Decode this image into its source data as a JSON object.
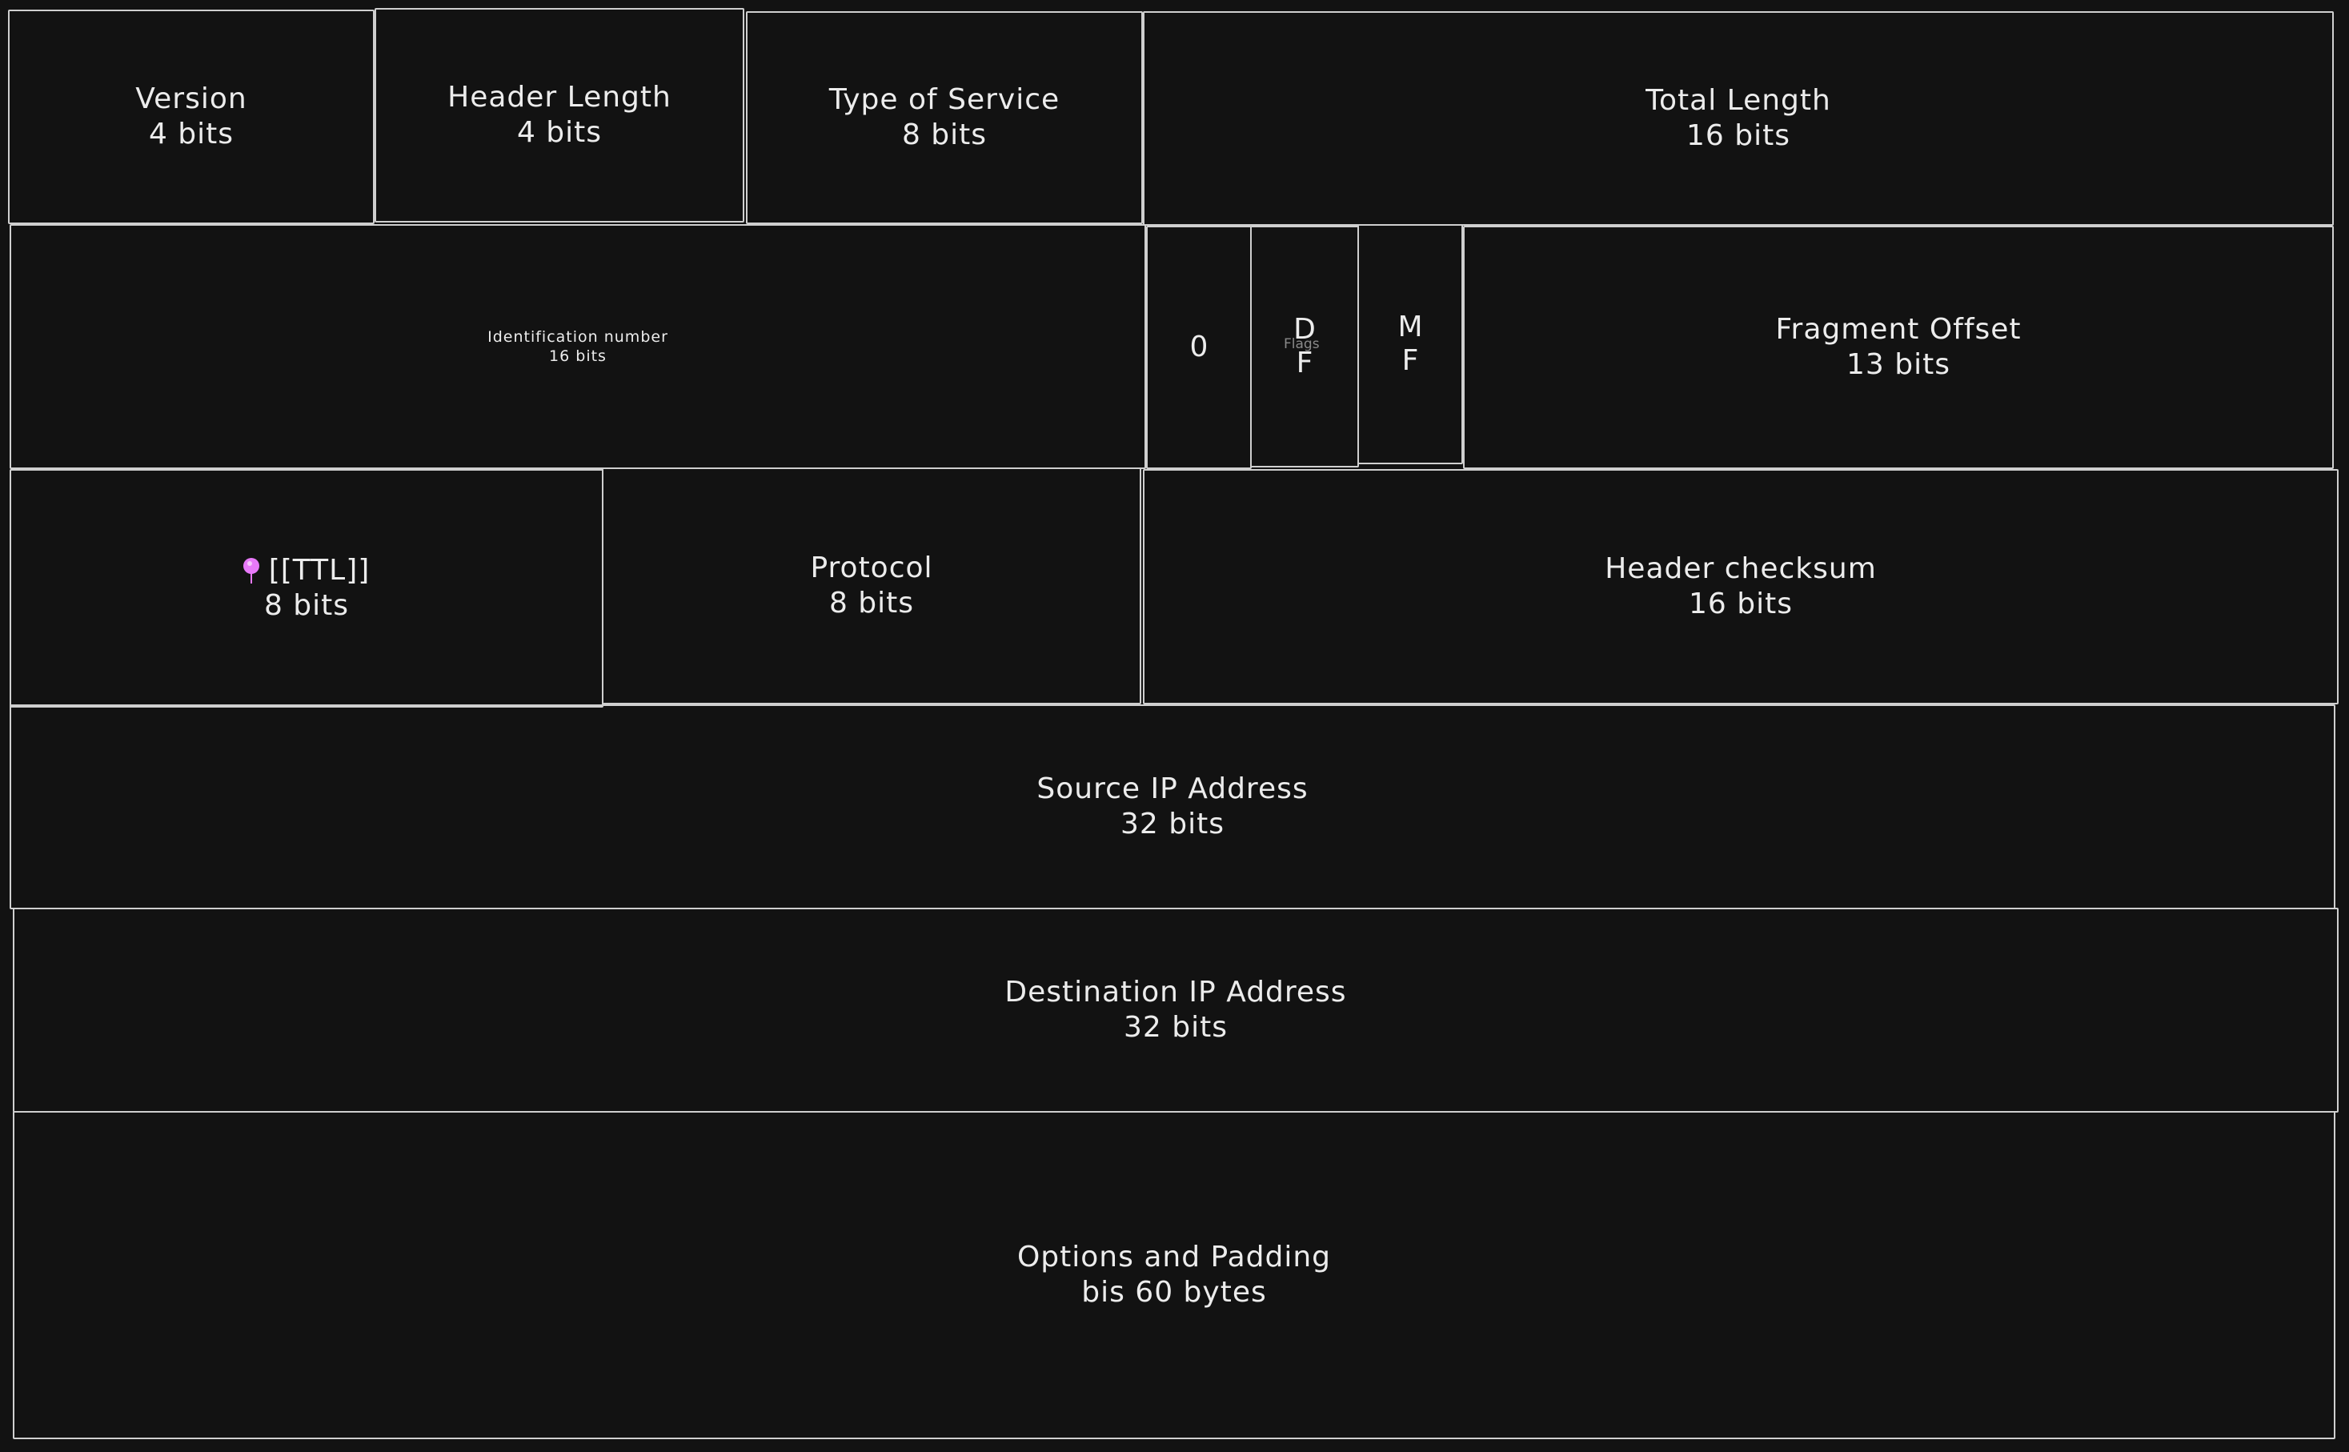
{
  "fields": {
    "version": {
      "name": "Version",
      "size": "4 bits"
    },
    "header_length": {
      "name": "Header Length",
      "size": "4 bits"
    },
    "type_of_service": {
      "name": "Type of Service",
      "size": "8 bits"
    },
    "total_length": {
      "name": "Total Length",
      "size": "16 bits"
    },
    "identification": {
      "name": "Identification number",
      "size": "16 bits"
    },
    "flag_zero": {
      "name": "0"
    },
    "flag_df": {
      "top": "D",
      "bottom": "F"
    },
    "flag_mf": {
      "top": "M",
      "bottom": "F"
    },
    "flags_caption": "Flags",
    "fragment_offset": {
      "name": "Fragment Offset",
      "size": "13 bits"
    },
    "ttl": {
      "name": "[[TTL]]",
      "size": "8 bits"
    },
    "protocol": {
      "name": "Protocol",
      "size": "8 bits"
    },
    "header_checksum": {
      "name": "Header checksum",
      "size": "16 bits"
    },
    "source_ip": {
      "name": "Source IP Address",
      "size": "32 bits"
    },
    "destination_ip": {
      "name": "Destination IP Address",
      "size": "32 bits"
    },
    "options": {
      "name": "Options and Padding",
      "size": "bis 60 bytes"
    }
  },
  "colors": {
    "background": "#121212",
    "stroke": "#cfcfcf",
    "text": "#ececec",
    "pin": "#e879f9",
    "caption": "#8a8a8a"
  },
  "icons": {
    "ttl_marker": "pin-icon"
  }
}
